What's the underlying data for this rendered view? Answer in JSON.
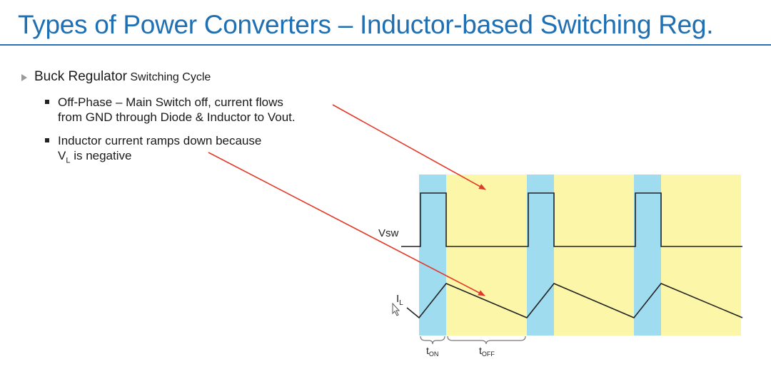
{
  "slide": {
    "title": "Types of Power Converters – Inductor-based Switching Reg."
  },
  "bullets": {
    "main": {
      "lead": "Buck Regulator",
      "sub": " Switching Cycle"
    },
    "items": [
      {
        "line1": "Off-Phase – Main Switch off, current flows",
        "line2": "from GND through Diode & Inductor to Vout."
      },
      {
        "line1": "Inductor current ramps down because",
        "line2_pre": "V",
        "line2_sub": "L",
        "line2_post": " is negative"
      }
    ]
  },
  "diagram": {
    "vsw_label": "Vsw",
    "il_label": "I",
    "il_sub": "L",
    "ton_label": "t",
    "ton_sub": "ON",
    "toff_label": "t",
    "toff_sub": "OFF",
    "colors": {
      "on_phase": "#9fdcf0",
      "off_phase": "#fbf6a8",
      "arrow": "#e23a2a",
      "waveform": "#222222",
      "title": "#1f6fb3"
    }
  }
}
